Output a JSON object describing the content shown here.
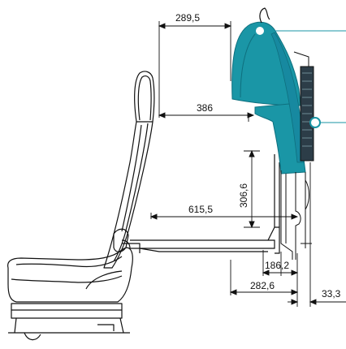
{
  "dimensions": {
    "d1": "289,5",
    "d2": "386",
    "d3": "615,5",
    "d4": "306,6",
    "d5": "186,2",
    "d6": "282,6",
    "d7": "33,3"
  },
  "colors": {
    "teal_fill": "#1a96a6",
    "teal_dark": "#0e6f7e",
    "callout_line": "#1a96a6",
    "line": "#111111",
    "seat_fill": "#ffffff"
  },
  "icons": [
    "callout-dot-icon"
  ]
}
